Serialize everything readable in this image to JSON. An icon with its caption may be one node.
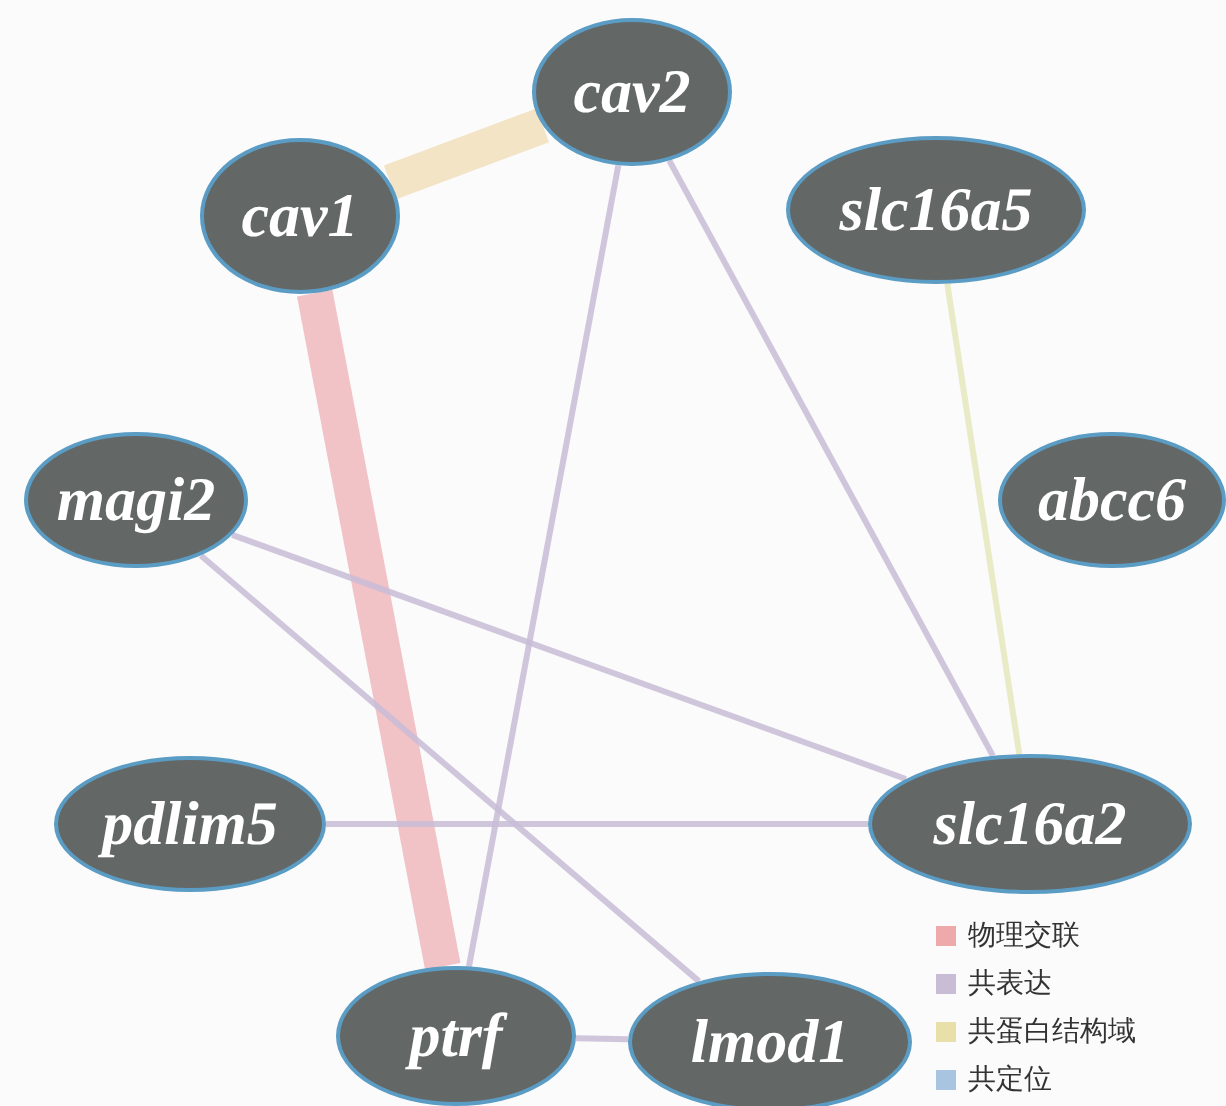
{
  "diagram": {
    "nodes": [
      {
        "text": [
          "cav2"
        ]
      },
      {
        "text": [
          "cav1"
        ]
      },
      {
        "text": [
          "slc16a5"
        ]
      },
      {
        "text": [
          "magi2"
        ]
      },
      {
        "text": [
          "abcc6"
        ]
      },
      {
        "text": [
          "pdlim5"
        ]
      },
      {
        "text": [
          "slc16a2"
        ]
      },
      {
        "text": [
          "ptrf"
        ]
      },
      {
        "text": [
          "lmod1"
        ]
      }
    ],
    "edges": [
      {
        "from": 1,
        "to": 0,
        "arrow": "none",
        "style": "thick",
        "color": "#f0dcb4"
      },
      {
        "from": 1,
        "to": 7,
        "arrow": "none",
        "style": "thick",
        "color": "#eeb0b6"
      },
      {
        "from": 0,
        "to": 7,
        "arrow": "none"
      },
      {
        "from": 0,
        "to": 6,
        "arrow": "none"
      },
      {
        "from": 2,
        "to": 6,
        "arrow": "none",
        "color": "#e4e8bc"
      },
      {
        "from": 3,
        "to": 6,
        "arrow": "none"
      },
      {
        "from": 3,
        "to": 8,
        "arrow": "none"
      },
      {
        "from": 5,
        "to": 6,
        "arrow": "none"
      },
      {
        "from": 7,
        "to": 8,
        "arrow": "none"
      }
    ],
    "legend": [
      {
        "text": "物理交联",
        "color": "#eeaaaa"
      },
      {
        "text": "共表达",
        "color": "#c9bdd6"
      },
      {
        "text": "共蛋白结构域",
        "color": "#e8e0a8"
      },
      {
        "text": "共定位",
        "color": "#a8c4e0"
      }
    ]
  }
}
